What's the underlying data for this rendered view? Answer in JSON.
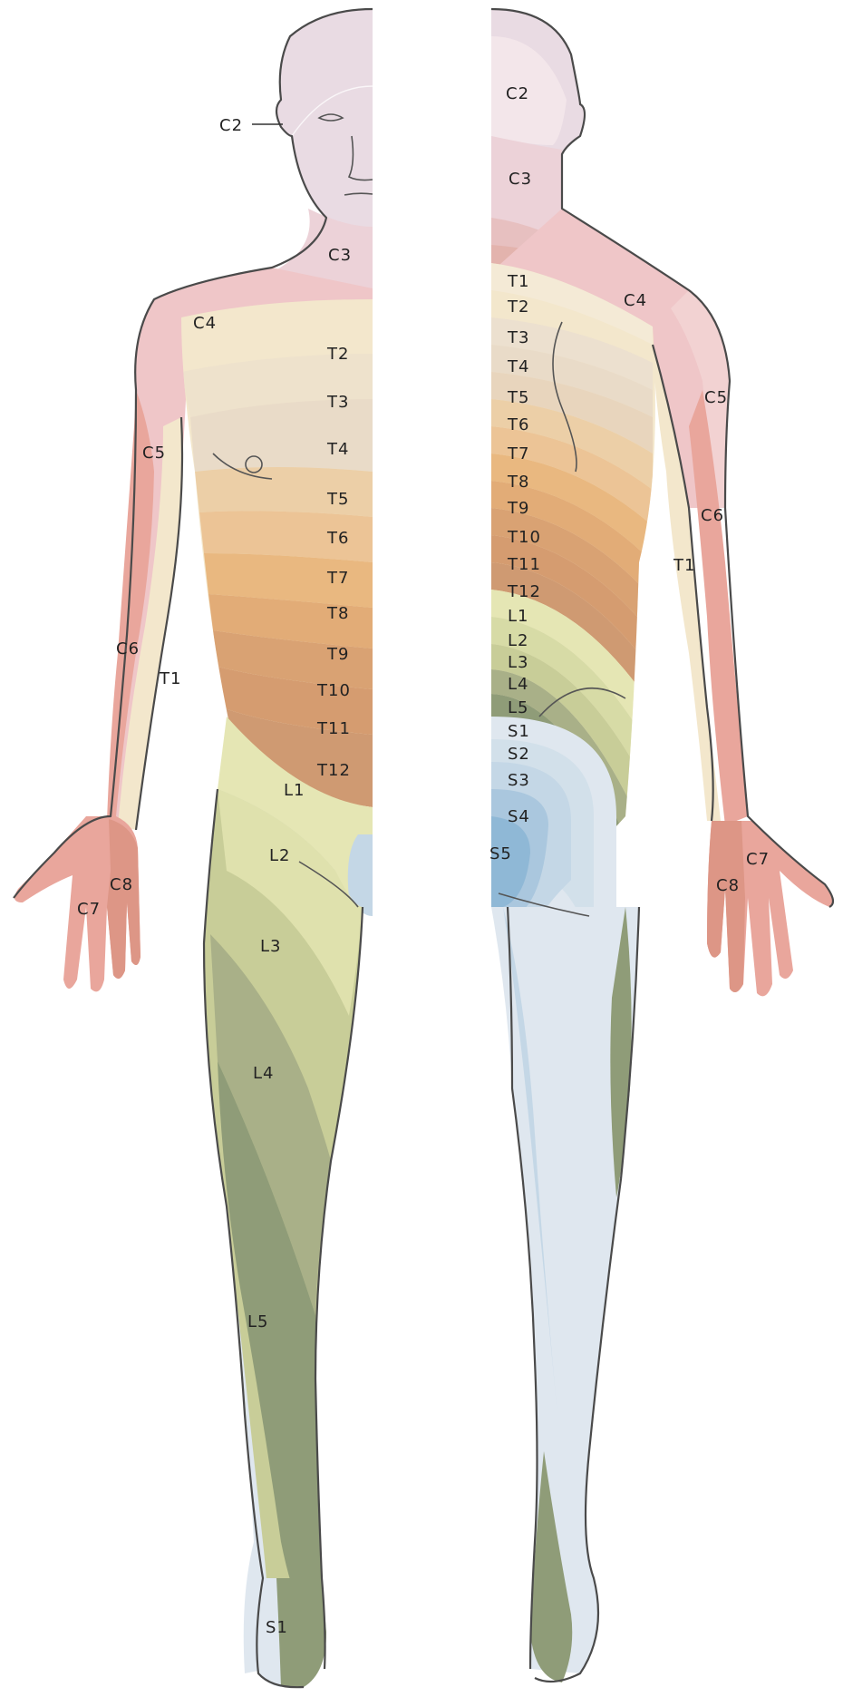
{
  "colors": {
    "cervical_head": "#e9dbe3",
    "cervical_pink": "#efc6c8",
    "c6_salmon": "#e9a69c",
    "c8_salmon": "#dd9686",
    "thoracic_cream": "#f3e7cc",
    "thoracic_mid": "#eccfa7",
    "thoracic_orange": "#e9b880",
    "thoracic_brown": "#cf9a72",
    "lumbar_lime": "#e5e6b4",
    "lumbar_olive": "#c8cd98",
    "lumbar_green": "#a9b088",
    "l5_green": "#8f9c78",
    "sacral_pale": "#dfe7ef",
    "sacral_blue": "#c4d7e6",
    "s5_blue": "#8fb8d6",
    "outline": "#4a4a4a"
  },
  "front": {
    "labels": {
      "c2": "C2",
      "c3": "C3",
      "c4": "C4",
      "c5": "C5",
      "c6": "C6",
      "c7": "C7",
      "c8": "C8",
      "t1": "T1",
      "t2": "T2",
      "t3": "T3",
      "t4": "T4",
      "t5": "T5",
      "t6": "T6",
      "t7": "T7",
      "t8": "T8",
      "t9": "T9",
      "t10": "T10",
      "t11": "T11",
      "t12": "T12",
      "l1": "L1",
      "l2": "L2",
      "l3": "L3",
      "l4": "L4",
      "l5": "L5",
      "s1": "S1"
    }
  },
  "back": {
    "labels": {
      "c2": "C2",
      "c3": "C3",
      "c4": "C4",
      "c5": "C5",
      "c6": "C6",
      "c7": "C7",
      "c8": "C8",
      "t1_arm": "T1",
      "t1": "T1",
      "t2": "T2",
      "t3": "T3",
      "t4": "T4",
      "t5": "T5",
      "t6": "T6",
      "t7": "T7",
      "t8": "T8",
      "t9": "T9",
      "t10": "T10",
      "t11": "T11",
      "t12": "T12",
      "l1": "L1",
      "l2": "L2",
      "l3": "L3",
      "l4": "L4",
      "l5": "L5",
      "s1": "S1",
      "s2": "S2",
      "s3": "S3",
      "s4": "S4",
      "s5": "S5"
    }
  }
}
